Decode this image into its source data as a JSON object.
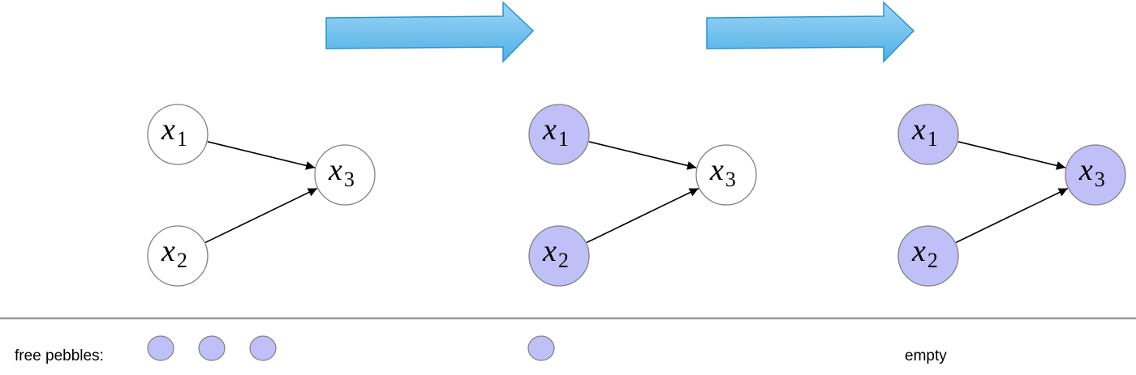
{
  "colors": {
    "pebble": "#c0bff8",
    "empty_node": "#ffffff",
    "node_stroke": "#808080",
    "edge": "#000000",
    "arrow_fill": "#6cc1ee",
    "arrow_stroke": "#2a93cf",
    "separator": "#9a9a9a"
  },
  "legend": {
    "label": "free pebbles:"
  },
  "panels": [
    {
      "nodes": [
        {
          "var": "x",
          "sub": "1",
          "pebbled": false
        },
        {
          "var": "x",
          "sub": "2",
          "pebbled": false
        },
        {
          "var": "x",
          "sub": "3",
          "pebbled": false
        }
      ],
      "free_pebbles": 3,
      "free_label": ""
    },
    {
      "nodes": [
        {
          "var": "x",
          "sub": "1",
          "pebbled": true
        },
        {
          "var": "x",
          "sub": "2",
          "pebbled": true
        },
        {
          "var": "x",
          "sub": "3",
          "pebbled": false
        }
      ],
      "free_pebbles": 1,
      "free_label": ""
    },
    {
      "nodes": [
        {
          "var": "x",
          "sub": "1",
          "pebbled": true
        },
        {
          "var": "x",
          "sub": "2",
          "pebbled": true
        },
        {
          "var": "x",
          "sub": "3",
          "pebbled": true
        }
      ],
      "free_pebbles": 0,
      "free_label": "empty"
    }
  ],
  "edges": [
    {
      "from": "x1",
      "to": "x3"
    },
    {
      "from": "x2",
      "to": "x3"
    }
  ],
  "transition_arrows": [
    "panel-1-to-2",
    "panel-2-to-3"
  ]
}
